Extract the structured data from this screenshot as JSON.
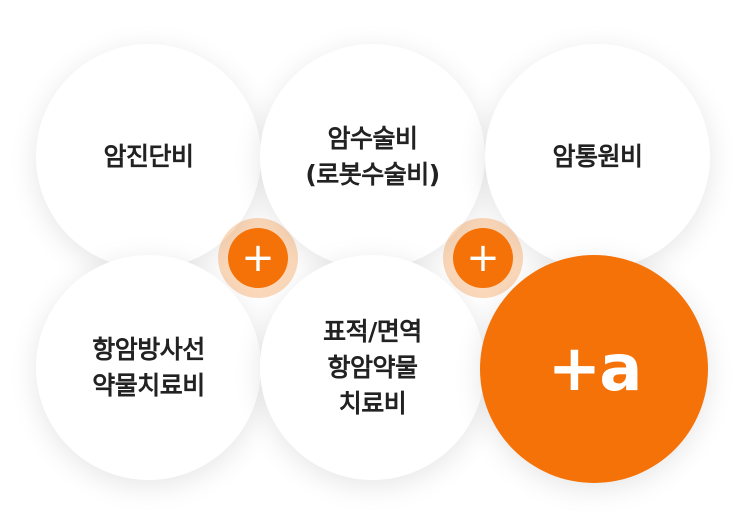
{
  "circles": [
    {
      "label": "암진단비",
      "filled": false
    },
    {
      "label": "암수술비\n(로봇수술비)",
      "filled": false
    },
    {
      "label": "암통원비",
      "filled": false
    },
    {
      "label": "항암방사선\n약물치료비",
      "filled": false
    },
    {
      "label": "표적/면역\n항암약물\n치료비",
      "filled": false
    },
    {
      "label": "+a",
      "filled": true
    }
  ],
  "plus_symbol": "+",
  "colors": {
    "accent": "#f47207",
    "text": "#222222",
    "circle_bg": "#ffffff"
  }
}
